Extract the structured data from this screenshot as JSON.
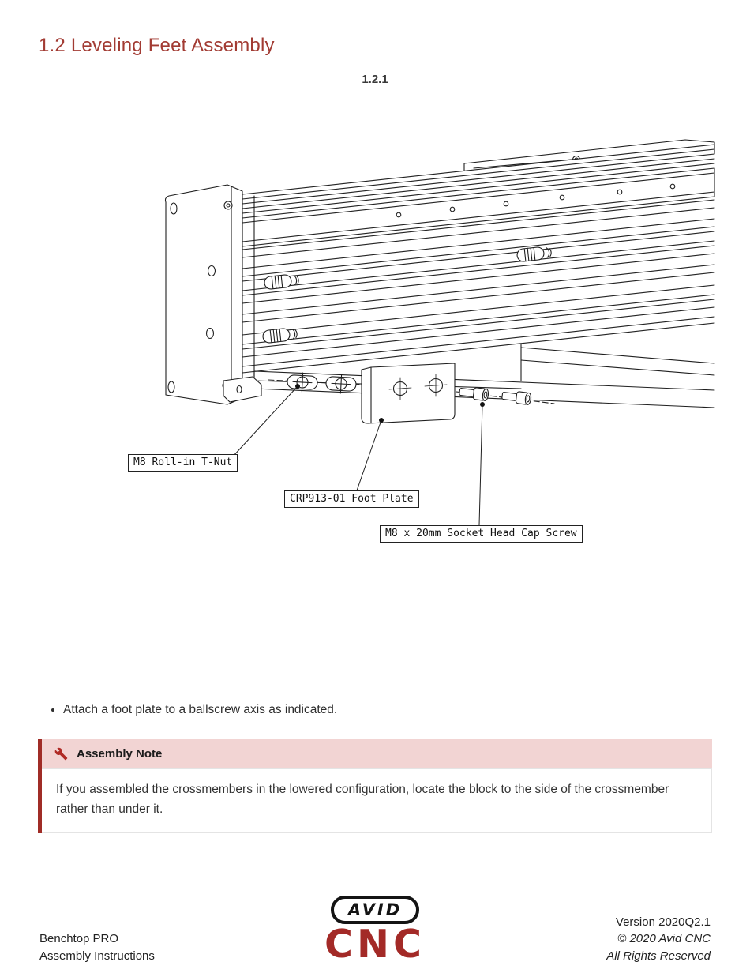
{
  "page": {
    "title": "1.2 Leveling Feet Assembly",
    "figure_label": "1.2.1"
  },
  "figure": {
    "callouts": {
      "tnut": "M8 Roll-in T-Nut",
      "foot_plate": "CRP913-01 Foot Plate",
      "screw": "M8 x 20mm Socket Head Cap Screw"
    }
  },
  "instructions": {
    "items": [
      "Attach a foot plate to a ballscrew axis as indicated."
    ]
  },
  "note": {
    "title": "Assembly Note",
    "body": "If you assembled the crossmembers in the lowered configuration, locate the block to the side of the crossmember rather than under it."
  },
  "footer": {
    "product": "Benchtop PRO",
    "document": "Assembly Instructions",
    "version": "Version 2020Q2.1",
    "copyright": "© 2020 Avid CNC",
    "rights": "All Rights Reserved",
    "logo": {
      "top": "AVID",
      "bottom": "CNC"
    }
  },
  "colors": {
    "heading_red": "#a23b33",
    "note_stripe": "#a02c26",
    "note_header_bg": "#f2d4d3",
    "logo_red": "#a32a27",
    "drawing_line": "#1f1f1f"
  }
}
